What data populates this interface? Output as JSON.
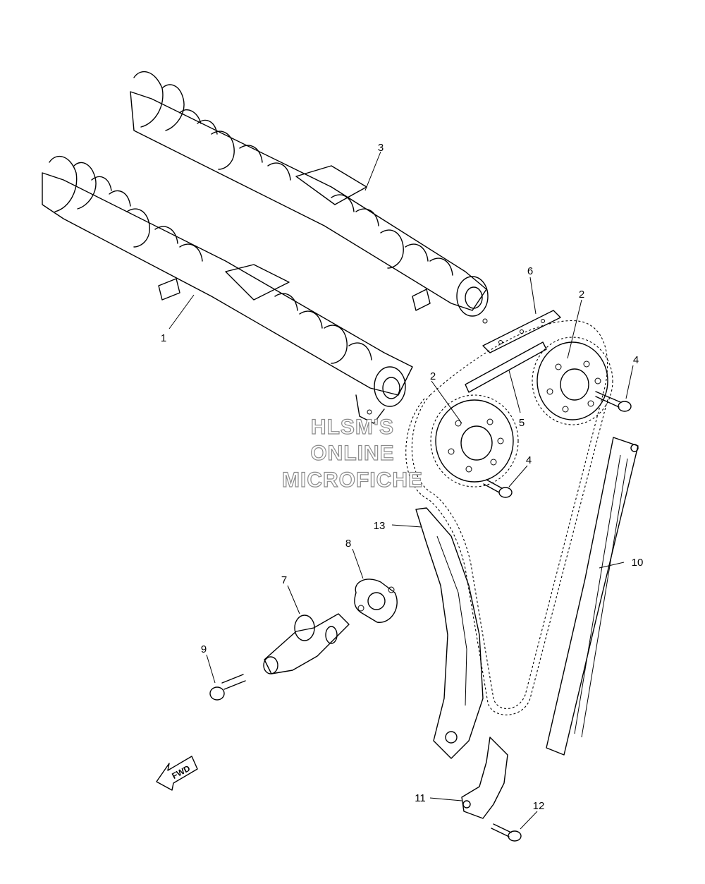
{
  "callouts": {
    "c1": "1",
    "c2a": "2",
    "c2b": "2",
    "c3": "3",
    "c4a": "4",
    "c4b": "4",
    "c5": "5",
    "c6": "6",
    "c7": "7",
    "c8": "8",
    "c9": "9",
    "c10": "10",
    "c11": "11",
    "c12": "12",
    "c13": "13"
  },
  "watermark": {
    "line1": "HLSM'S",
    "line2": "ONLINE",
    "line3": "MICROFICHE"
  },
  "direction_arrow": {
    "label": "FWD"
  }
}
